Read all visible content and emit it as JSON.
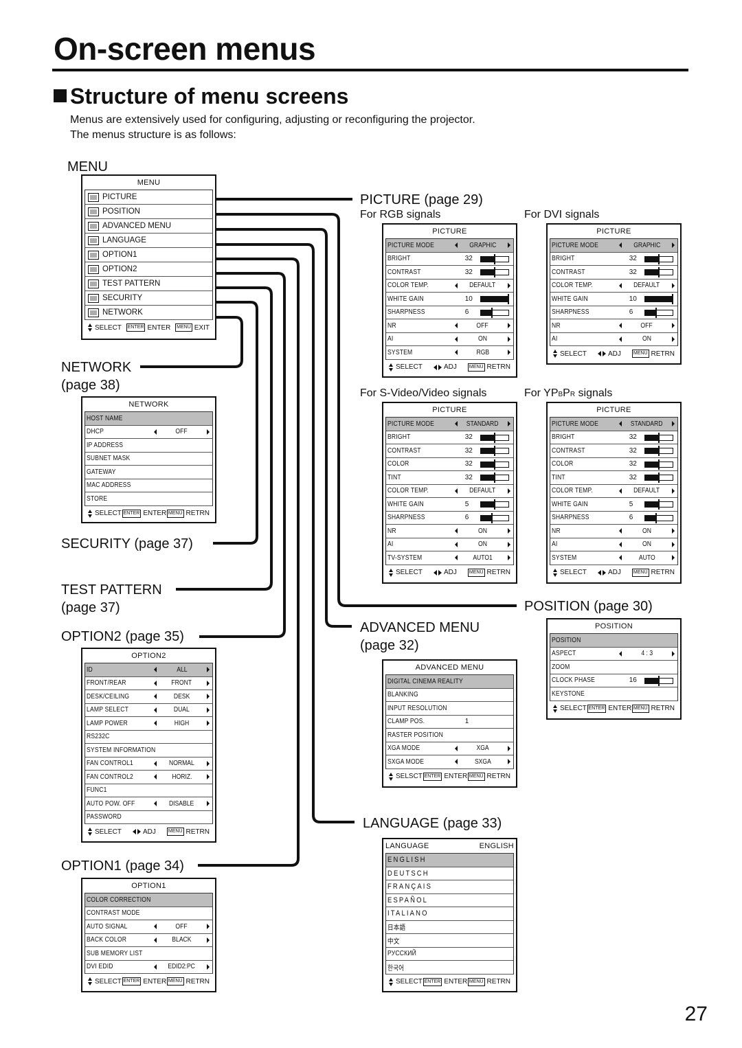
{
  "page_title": "On-screen menus",
  "section_title": "Structure of menu screens",
  "intro": [
    "Menus are extensively used for configuring, adjusting or reconfiguring the projector.",
    "The menus structure is as follows:"
  ],
  "labels": {
    "menu": "MENU",
    "network_1": "NETWORK",
    "network_2": "(page 38)",
    "security": "SECURITY (page 37)",
    "test_pattern_1": "TEST PATTERN",
    "test_pattern_2": "(page 37)",
    "option2": "OPTION2 (page 35)",
    "option1": "OPTION1 (page 34)",
    "picture": "PICTURE (page 29)",
    "advanced_1": "ADVANCED MENU",
    "advanced_2": "(page 32)",
    "language": "LANGUAGE (page 33)",
    "position": "POSITION (page 30)"
  },
  "signals": {
    "rgb": "For RGB signals",
    "dvi": "For DVI signals",
    "svideo": "For S-Video/Video signals",
    "ypbpr": "For YPBPR signals"
  },
  "page_number": "27",
  "menus": {
    "main": {
      "title": "MENU",
      "items": [
        "PICTURE",
        "POSITION",
        "ADVANCED MENU",
        "LANGUAGE",
        "OPTION1",
        "OPTION2",
        "TEST PATTERN",
        "SECURITY",
        "NETWORK"
      ],
      "footer": [
        "SELECT",
        "ENTER",
        "ENTER",
        "MENU",
        "EXIT"
      ]
    },
    "network": {
      "title": "NETWORK",
      "rows": [
        {
          "n": "HOST NAME",
          "sel": true
        },
        {
          "n": "DHCP",
          "v": "OFF",
          "arrows": true
        },
        {
          "n": "IP ADDRESS"
        },
        {
          "n": "SUBNET MASK"
        },
        {
          "n": "GATEWAY"
        },
        {
          "n": "MAC ADDRESS"
        },
        {
          "n": "STORE"
        }
      ],
      "footer": "enter"
    },
    "option2": {
      "title": "OPTION2",
      "rows": [
        {
          "n": "ID",
          "v": "ALL",
          "arrows": true,
          "sel": true
        },
        {
          "n": "FRONT/REAR",
          "v": "FRONT",
          "arrows": true
        },
        {
          "n": "DESK/CEILING",
          "v": "DESK",
          "arrows": true
        },
        {
          "n": "LAMP SELECT",
          "v": "DUAL",
          "arrows": true
        },
        {
          "n": "LAMP POWER",
          "v": "HIGH",
          "arrows": true
        },
        {
          "n": "RS232C"
        },
        {
          "n": "SYSTEM INFORMATION"
        },
        {
          "n": "FAN CONTROL1",
          "v": "NORMAL",
          "arrows": true
        },
        {
          "n": "FAN CONTROL2",
          "v": "HORIZ.",
          "arrows": true
        },
        {
          "n": "FUNC1"
        },
        {
          "n": "AUTO POW. OFF",
          "v": "DISABLE",
          "arrows": true
        },
        {
          "n": "PASSWORD"
        }
      ],
      "footer": "adj"
    },
    "option1": {
      "title": "OPTION1",
      "rows": [
        {
          "n": "COLOR CORRECTION",
          "sel": true
        },
        {
          "n": "CONTRAST MODE"
        },
        {
          "n": "AUTO SIGNAL",
          "v": "OFF",
          "arrows": true
        },
        {
          "n": "BACK COLOR",
          "v": "BLACK",
          "arrows": true
        },
        {
          "n": "SUB MEMORY LIST"
        },
        {
          "n": "DVI EDID",
          "v": "EDID2:PC",
          "arrows": true
        }
      ],
      "footer": "enter"
    },
    "pic_rgb": {
      "title": "PICTURE",
      "rows": [
        {
          "n": "PICTURE MODE",
          "v": "GRAPHIC",
          "arrows": true,
          "sel": true
        },
        {
          "n": "BRIGHT",
          "num": "32",
          "level": 0.5
        },
        {
          "n": "CONTRAST",
          "num": "32",
          "level": 0.5
        },
        {
          "n": "COLOR TEMP.",
          "v": "DEFAULT",
          "arrows": true
        },
        {
          "n": "WHITE GAIN",
          "num": "10",
          "level": 1.0
        },
        {
          "n": "SHARPNESS",
          "num": "6",
          "level": 0.4
        },
        {
          "n": "NR",
          "v": "OFF",
          "arrows": true
        },
        {
          "n": "AI",
          "v": "ON",
          "arrows": true
        },
        {
          "n": "SYSTEM",
          "v": "RGB",
          "arrows": true
        }
      ],
      "footer": "adj"
    },
    "pic_dvi": {
      "title": "PICTURE",
      "rows": [
        {
          "n": "PICTURE MODE",
          "v": "GRAPHIC",
          "arrows": true,
          "sel": true
        },
        {
          "n": "BRIGHT",
          "num": "32",
          "level": 0.5
        },
        {
          "n": "CONTRAST",
          "num": "32",
          "level": 0.5
        },
        {
          "n": "COLOR TEMP.",
          "v": "DEFAULT",
          "arrows": true
        },
        {
          "n": "WHITE GAIN",
          "num": "10",
          "level": 1.0
        },
        {
          "n": "SHARPNESS",
          "num": "6",
          "level": 0.4
        },
        {
          "n": "NR",
          "v": "OFF",
          "arrows": true
        },
        {
          "n": "AI",
          "v": "ON",
          "arrows": true
        }
      ],
      "footer": "adj"
    },
    "pic_svideo": {
      "title": "PICTURE",
      "rows": [
        {
          "n": "PICTURE MODE",
          "v": "STANDARD",
          "arrows": true,
          "sel": true
        },
        {
          "n": "BRIGHT",
          "num": "32",
          "level": 0.5
        },
        {
          "n": "CONTRAST",
          "num": "32",
          "level": 0.5
        },
        {
          "n": "COLOR",
          "num": "32",
          "level": 0.5
        },
        {
          "n": "TINT",
          "num": "32",
          "level": 0.5
        },
        {
          "n": "COLOR TEMP.",
          "v": "DEFAULT",
          "arrows": true
        },
        {
          "n": "WHITE GAIN",
          "num": "5",
          "level": 0.5
        },
        {
          "n": "SHARPNESS",
          "num": "6",
          "level": 0.4
        },
        {
          "n": "NR",
          "v": "ON",
          "arrows": true
        },
        {
          "n": "AI",
          "v": "ON",
          "arrows": true
        },
        {
          "n": "TV-SYSTEM",
          "v": "AUTO1",
          "arrows": true
        }
      ],
      "footer": "adj"
    },
    "pic_ypbpr": {
      "title": "PICTURE",
      "rows": [
        {
          "n": "PICTURE MODE",
          "v": "STANDARD",
          "arrows": true,
          "sel": true
        },
        {
          "n": "BRIGHT",
          "num": "32",
          "level": 0.5
        },
        {
          "n": "CONTRAST",
          "num": "32",
          "level": 0.5
        },
        {
          "n": "COLOR",
          "num": "32",
          "level": 0.5
        },
        {
          "n": "TINT",
          "num": "32",
          "level": 0.5
        },
        {
          "n": "COLOR TEMP.",
          "v": "DEFAULT",
          "arrows": true
        },
        {
          "n": "WHITE GAIN",
          "num": "5",
          "level": 0.5
        },
        {
          "n": "SHARPNESS",
          "num": "6",
          "level": 0.4
        },
        {
          "n": "NR",
          "v": "ON",
          "arrows": true
        },
        {
          "n": "AI",
          "v": "ON",
          "arrows": true
        },
        {
          "n": "SYSTEM",
          "v": "AUTO",
          "arrows": true
        }
      ],
      "footer": "adj"
    },
    "advanced": {
      "title": "ADVANCED MENU",
      "rows": [
        {
          "n": "DIGITAL CINEMA REALITY",
          "sel": true
        },
        {
          "n": "BLANKING"
        },
        {
          "n": "INPUT RESOLUTION"
        },
        {
          "n": "CLAMP POS.",
          "num": "1"
        },
        {
          "n": "RASTER POSITION"
        },
        {
          "n": "XGA MODE",
          "v": "XGA",
          "arrows": true
        },
        {
          "n": "SXGA MODE",
          "v": "SXGA",
          "arrows": true
        }
      ],
      "footer": "enter2"
    },
    "position": {
      "title": "POSITION",
      "rows": [
        {
          "n": "POSITION",
          "sel": true
        },
        {
          "n": "ASPECT",
          "v": "4 : 3",
          "arrows": true
        },
        {
          "n": "ZOOM"
        },
        {
          "n": "CLOCK PHASE",
          "num": "16",
          "level": 0.5
        },
        {
          "n": "KEYSTONE"
        }
      ],
      "footer": "enter"
    },
    "language": {
      "title": "LANGUAGE",
      "title_right": "ENGLISH",
      "rows": [
        {
          "n": "ENGLISH",
          "sel": true,
          "spaced": true
        },
        {
          "n": "DEUTSCH",
          "spaced": true
        },
        {
          "n": "FRANÇAIS",
          "spaced": true
        },
        {
          "n": "ESPAÑOL",
          "spaced": true
        },
        {
          "n": "ITALIANO",
          "spaced": true
        },
        {
          "n": "日本語"
        },
        {
          "n": "中文"
        },
        {
          "n": "РУССКИЙ"
        },
        {
          "n": "한국어"
        }
      ],
      "footer": "enter"
    }
  },
  "footers": {
    "enter": [
      "SELECT",
      "ENTER",
      "ENTER",
      "MENU",
      "RETRN"
    ],
    "enter2": [
      "SELSCT",
      "ENTER",
      "ENTER",
      "MENU",
      "RETRN"
    ],
    "adj": [
      "SELECT",
      "ADJ",
      "MENU",
      "RETRN"
    ]
  }
}
